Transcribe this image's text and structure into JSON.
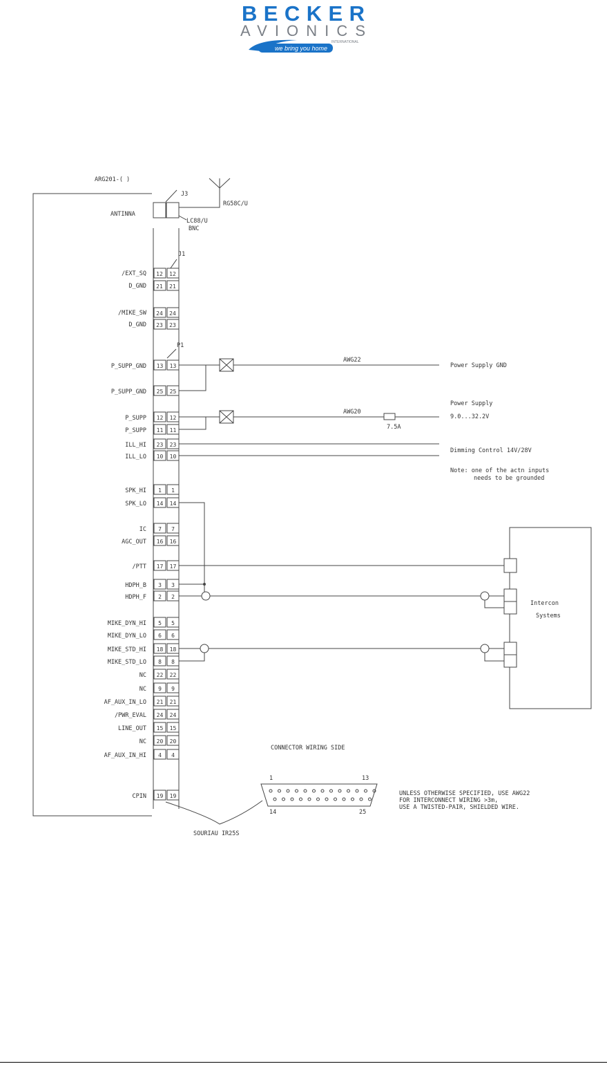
{
  "logo": {
    "line1": "BECKER",
    "line2": "AVIONICS",
    "small": "INTERNATIONAL",
    "tagline": "we bring you home",
    "colors": {
      "brand_blue": "#1a73c8",
      "grey": "#7a7f86"
    }
  },
  "diagram": {
    "unit_label": "ARG201-( )",
    "antenna": {
      "label": "ANTINNA",
      "connector": "J3",
      "cable1": "RG58C/U",
      "cable2": "LC88/U",
      "cable3": "BNC"
    },
    "j1_label": "J1",
    "p1_label": "P1",
    "pins_j1": [
      {
        "name": "/EXT_SQ",
        "num": "12"
      },
      {
        "name": "D_GND",
        "num": "21"
      },
      {
        "name": "/MIKE_SW",
        "num": "24"
      },
      {
        "name": "D_GND",
        "num": "23"
      }
    ],
    "pins_p1": [
      {
        "name": "P_SUPP_GND",
        "num": "13"
      },
      {
        "name": "P_SUPP_GND",
        "num": "25"
      },
      {
        "name": "P_SUPP",
        "num": "12"
      },
      {
        "name": "P_SUPP",
        "num": "11"
      },
      {
        "name": "ILL_HI",
        "num": "23"
      },
      {
        "name": "ILL_LO",
        "num": "10"
      },
      {
        "name": "SPK_HI",
        "num": "1"
      },
      {
        "name": "SPK_LO",
        "num": "14"
      },
      {
        "name": "IC",
        "num": "7"
      },
      {
        "name": "AGC_OUT",
        "num": "16"
      },
      {
        "name": "/PTT",
        "num": "17"
      },
      {
        "name": "HDPH_B",
        "num": "3"
      },
      {
        "name": "HDPH_F",
        "num": "2"
      },
      {
        "name": "MIKE_DYN_HI",
        "num": "5"
      },
      {
        "name": "MIKE_DYN_LO",
        "num": "6"
      },
      {
        "name": "MIKE_STD_HI",
        "num": "18"
      },
      {
        "name": "MIKE_STD_LO",
        "num": "8"
      },
      {
        "name": "NC",
        "num": "22"
      },
      {
        "name": "NC",
        "num": "9"
      },
      {
        "name": "AF_AUX_IN_LO",
        "num": "21"
      },
      {
        "name": "/PWR_EVAL",
        "num": "24"
      },
      {
        "name": "LINE_OUT",
        "num": "15"
      },
      {
        "name": "NC",
        "num": "20"
      },
      {
        "name": "AF_AUX_IN_HI",
        "num": "4"
      },
      {
        "name": "CPIN",
        "num": "19"
      }
    ],
    "wire_awg22": "AWG22",
    "wire_awg20": "AWG20",
    "power_gnd": "Power Supply GND",
    "power_supply": "Power Supply",
    "power_range": "9.0...32.2V",
    "fuse": "7.5A",
    "dimming": "Dimming Control 14V/28V",
    "note_line1": "Note: one of the actn inputs",
    "note_line2": "needs to be grounded",
    "intercom_line1": "Intercon",
    "intercom_line2": "Systems",
    "connector_title": "CONNECTOR WIRING SIDE",
    "dsub_pin_1": "1",
    "dsub_pin_13": "13",
    "dsub_pin_14": "14",
    "dsub_pin_25": "25",
    "souriau": "SOURIAU IR25S",
    "spec_line1": "UNLESS OTHERWISE SPECIFIED, USE AWG22",
    "spec_line2": "FOR INTERCONNECT WIRING >3m,",
    "spec_line3": "USE A TWISTED-PAIR, SHIELDED WIRE."
  }
}
